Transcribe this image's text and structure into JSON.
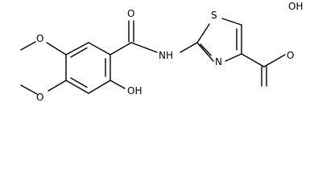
{
  "labels": {
    "amide_o": "O",
    "amide_nh": "NH",
    "ring_s": "S",
    "ring_n": "N",
    "acid_oh": "OH",
    "acid_o": "O",
    "phenol_oh": "OH",
    "methoxy_top": "O",
    "methoxy_bottom": "O"
  },
  "colors": {
    "ink": "#000000",
    "background": "#ffffff"
  }
}
